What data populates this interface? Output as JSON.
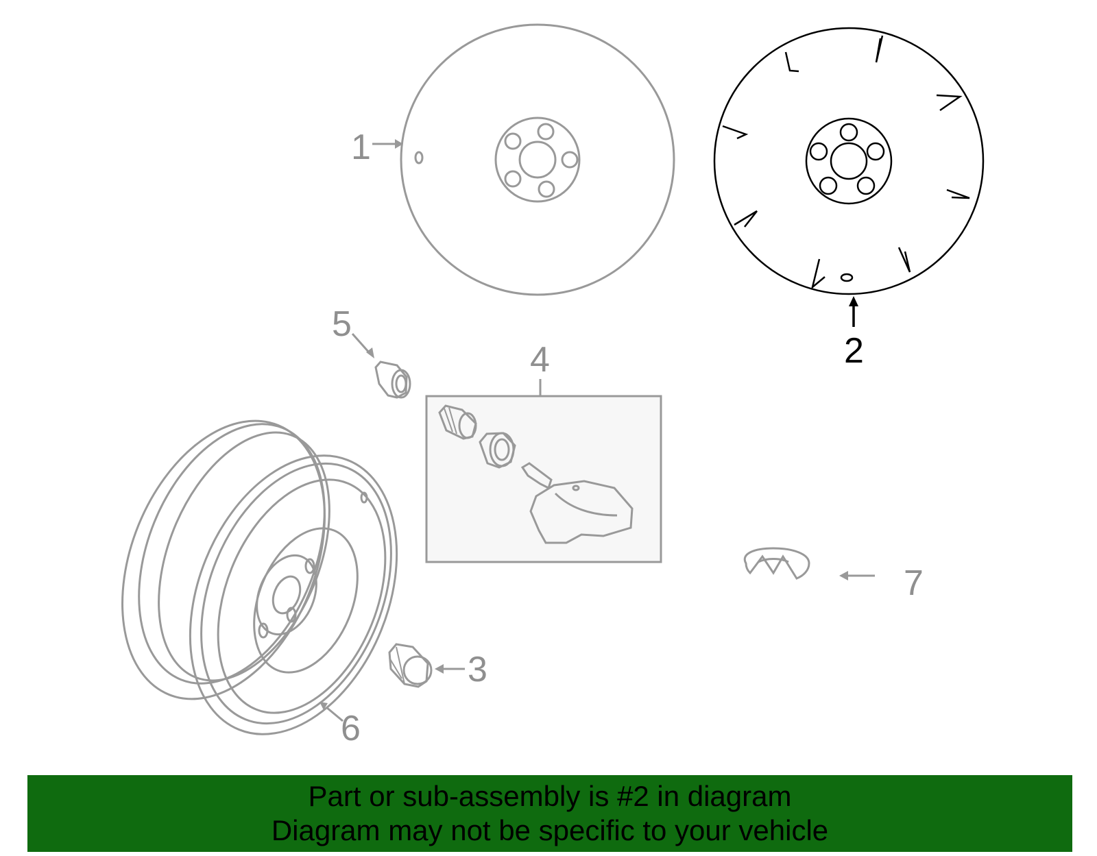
{
  "callouts": {
    "c1": "1",
    "c2": "2",
    "c3": "3",
    "c4": "4",
    "c5": "5",
    "c6": "6",
    "c7": "7"
  },
  "banner": {
    "line1": "Part or sub-assembly is #2 in diagram",
    "line2": "Diagram may not be specific to your vehicle",
    "background": "#0f6b0f"
  },
  "colors": {
    "highlighted_part": "#000000",
    "other_parts": "#999999"
  }
}
